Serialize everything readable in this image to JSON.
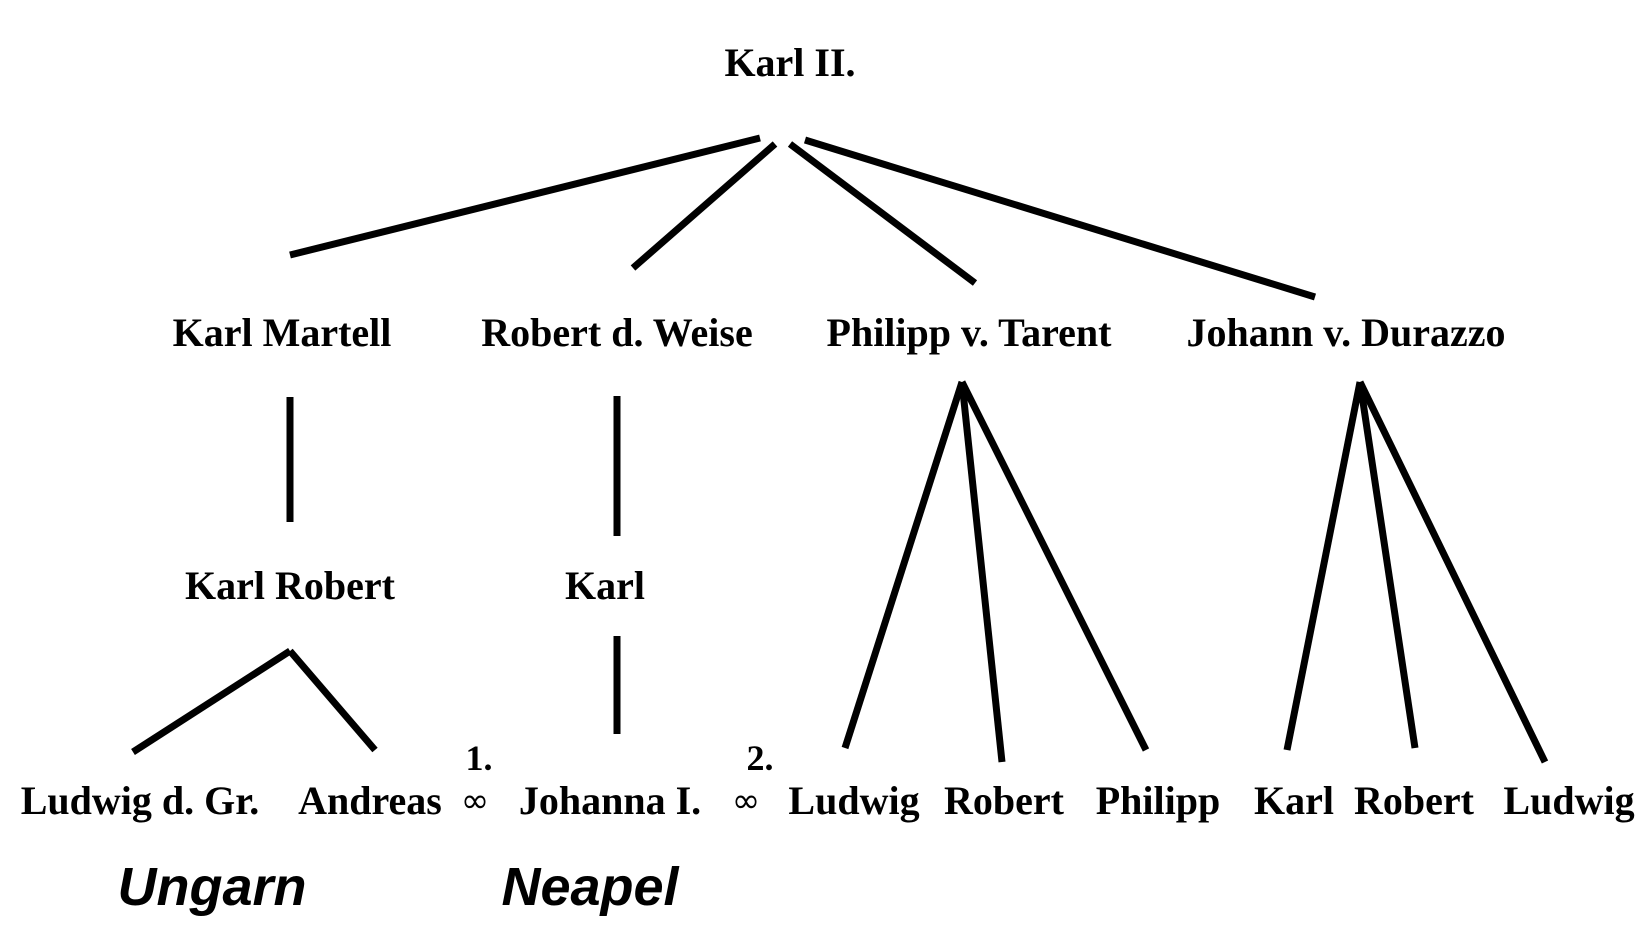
{
  "colors": {
    "ink": "#000000",
    "background": "#ffffff"
  },
  "root": {
    "name": "Karl II."
  },
  "children": [
    {
      "name": "Karl Martell",
      "child": {
        "name": "Karl Robert",
        "children": [
          "Ludwig d. Gr.",
          "Andreas"
        ]
      }
    },
    {
      "name": "Robert d. Weise",
      "child": {
        "name": "Karl",
        "child": "Johanna I."
      }
    },
    {
      "name": "Philipp v. Tarent",
      "children": [
        "Ludwig",
        "Robert",
        "Philipp"
      ]
    },
    {
      "name": "Johann v. Durazzo",
      "children": [
        "Karl",
        "Robert",
        "Ludwig"
      ]
    }
  ],
  "marriages": [
    {
      "order": "1.",
      "symbol": "∞"
    },
    {
      "order": "2.",
      "symbol": "∞"
    }
  ],
  "regions": [
    "Ungarn",
    "Neapel"
  ]
}
